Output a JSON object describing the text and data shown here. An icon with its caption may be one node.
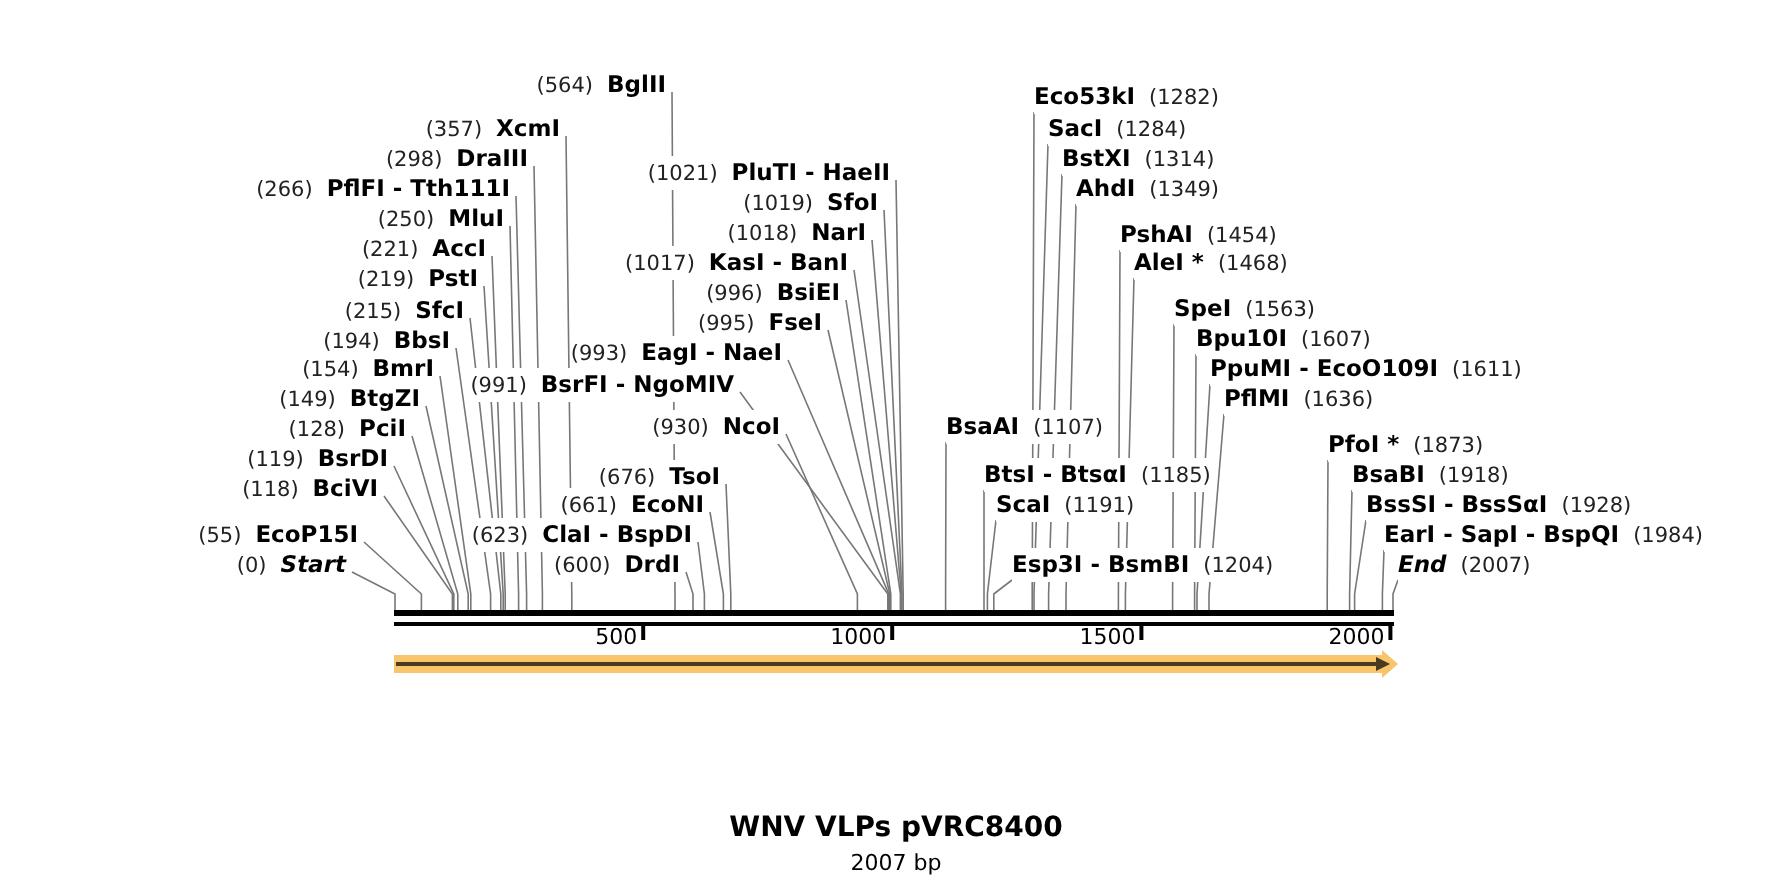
{
  "diagram": {
    "title": "WNV VLPs pVRC8400",
    "caption": "2007 bp",
    "nodes": [
      {
        "text": [
          "(564)",
          "BglII"
        ]
      },
      {
        "text": [
          "(357)",
          "XcmI"
        ]
      },
      {
        "text": [
          "(298)",
          "DraIII"
        ]
      },
      {
        "text": [
          "(266)",
          "PflFI - Tth111I"
        ]
      },
      {
        "text": [
          "(250)",
          "MluI"
        ]
      },
      {
        "text": [
          "(221)",
          "AccI"
        ]
      },
      {
        "text": [
          "(219)",
          "PstI"
        ]
      },
      {
        "text": [
          "(215)",
          "SfcI"
        ]
      },
      {
        "text": [
          "(194)",
          "BbsI"
        ]
      },
      {
        "text": [
          "(154)",
          "BmrI"
        ]
      },
      {
        "text": [
          "(149)",
          "BtgZI"
        ]
      },
      {
        "text": [
          "(128)",
          "PciI"
        ]
      },
      {
        "text": [
          "(119)",
          "BsrDI"
        ]
      },
      {
        "text": [
          "(118)",
          "BciVI"
        ]
      },
      {
        "text": [
          "(55)",
          "EcoP15I"
        ]
      },
      {
        "text": [
          "(0)",
          "Start"
        ]
      },
      {
        "text": [
          "(1021)",
          "PluTI - HaeII"
        ]
      },
      {
        "text": [
          "(1019)",
          "SfoI"
        ]
      },
      {
        "text": [
          "(1018)",
          "NarI"
        ]
      },
      {
        "text": [
          "(1017)",
          "KasI - BanI"
        ]
      },
      {
        "text": [
          "(996)",
          "BsiEI"
        ]
      },
      {
        "text": [
          "(995)",
          "FseI"
        ]
      },
      {
        "text": [
          "(993)",
          "EagI - NaeI"
        ]
      },
      {
        "text": [
          "(991)",
          "BsrFI - NgoMIV"
        ]
      },
      {
        "text": [
          "(930)",
          "NcoI"
        ]
      },
      {
        "text": [
          "(676)",
          "TsoI"
        ]
      },
      {
        "text": [
          "(661)",
          "EcoNI"
        ]
      },
      {
        "text": [
          "(623)",
          "ClaI - BspDI"
        ]
      },
      {
        "text": [
          "(600)",
          "DrdI"
        ]
      },
      {
        "text": [
          "Eco53kI",
          "(1282)"
        ]
      },
      {
        "text": [
          "SacI",
          "(1284)"
        ]
      },
      {
        "text": [
          "BstXI",
          "(1314)"
        ]
      },
      {
        "text": [
          "AhdI",
          "(1349)"
        ]
      },
      {
        "text": [
          "PshAI",
          "(1454)"
        ]
      },
      {
        "text": [
          "AleI *",
          "(1468)"
        ]
      },
      {
        "text": [
          "SpeI",
          "(1563)"
        ]
      },
      {
        "text": [
          "Bpu10I",
          "(1607)"
        ]
      },
      {
        "text": [
          "PpuMI - EcoO109I",
          "(1611)"
        ]
      },
      {
        "text": [
          "PflMI",
          "(1636)"
        ]
      },
      {
        "text": [
          "BsaAI",
          "(1107)"
        ]
      },
      {
        "text": [
          "BtsI - BtsαI",
          "(1185)"
        ]
      },
      {
        "text": [
          "ScaI",
          "(1191)"
        ]
      },
      {
        "text": [
          "Esp3I - BsmBI",
          "(1204)"
        ]
      },
      {
        "text": [
          "PfoI *",
          "(1873)"
        ]
      },
      {
        "text": [
          "BsaBI",
          "(1918)"
        ]
      },
      {
        "text": [
          "BssSI - BssSαI",
          "(1928)"
        ]
      },
      {
        "text": [
          "EarI - SapI - BspQI",
          "(1984)"
        ]
      },
      {
        "text": [
          "End",
          "(2007)"
        ]
      },
      {
        "text": [],
        "shape": "bar"
      }
    ],
    "edges": [
      {
        "from": 0,
        "to": 48,
        "arrow": "none"
      },
      {
        "from": 1,
        "to": 48,
        "arrow": "none"
      },
      {
        "from": 2,
        "to": 48,
        "arrow": "none"
      },
      {
        "from": 3,
        "to": 48,
        "arrow": "none"
      },
      {
        "from": 4,
        "to": 48,
        "arrow": "none"
      },
      {
        "from": 5,
        "to": 48,
        "arrow": "none"
      },
      {
        "from": 6,
        "to": 48,
        "arrow": "none"
      },
      {
        "from": 7,
        "to": 48,
        "arrow": "none"
      },
      {
        "from": 8,
        "to": 48,
        "arrow": "none"
      },
      {
        "from": 9,
        "to": 48,
        "arrow": "none"
      },
      {
        "from": 10,
        "to": 48,
        "arrow": "none"
      },
      {
        "from": 11,
        "to": 48,
        "arrow": "none"
      },
      {
        "from": 12,
        "to": 48,
        "arrow": "none"
      },
      {
        "from": 13,
        "to": 48,
        "arrow": "none"
      },
      {
        "from": 14,
        "to": 48,
        "arrow": "none"
      },
      {
        "from": 15,
        "to": 48,
        "arrow": "none"
      },
      {
        "from": 16,
        "to": 48,
        "arrow": "none"
      },
      {
        "from": 17,
        "to": 48,
        "arrow": "none"
      },
      {
        "from": 18,
        "to": 48,
        "arrow": "none"
      },
      {
        "from": 19,
        "to": 48,
        "arrow": "none"
      },
      {
        "from": 20,
        "to": 48,
        "arrow": "none"
      },
      {
        "from": 21,
        "to": 48,
        "arrow": "none"
      },
      {
        "from": 22,
        "to": 48,
        "arrow": "none"
      },
      {
        "from": 23,
        "to": 48,
        "arrow": "none"
      },
      {
        "from": 24,
        "to": 48,
        "arrow": "none"
      },
      {
        "from": 25,
        "to": 48,
        "arrow": "none"
      },
      {
        "from": 26,
        "to": 48,
        "arrow": "none"
      },
      {
        "from": 27,
        "to": 48,
        "arrow": "none"
      },
      {
        "from": 28,
        "to": 48,
        "arrow": "none"
      },
      {
        "from": 29,
        "to": 48,
        "arrow": "none"
      },
      {
        "from": 30,
        "to": 48,
        "arrow": "none"
      },
      {
        "from": 31,
        "to": 48,
        "arrow": "none"
      },
      {
        "from": 32,
        "to": 48,
        "arrow": "none"
      },
      {
        "from": 33,
        "to": 48,
        "arrow": "none"
      },
      {
        "from": 34,
        "to": 48,
        "arrow": "none"
      },
      {
        "from": 35,
        "to": 48,
        "arrow": "none"
      },
      {
        "from": 36,
        "to": 48,
        "arrow": "none"
      },
      {
        "from": 37,
        "to": 48,
        "arrow": "none"
      },
      {
        "from": 38,
        "to": 48,
        "arrow": "none"
      },
      {
        "from": 39,
        "to": 48,
        "arrow": "none"
      },
      {
        "from": 40,
        "to": 48,
        "arrow": "none"
      },
      {
        "from": 41,
        "to": 48,
        "arrow": "none"
      },
      {
        "from": 42,
        "to": 48,
        "arrow": "none"
      },
      {
        "from": 43,
        "to": 48,
        "arrow": "none"
      },
      {
        "from": 44,
        "to": 48,
        "arrow": "none"
      },
      {
        "from": 45,
        "to": 48,
        "arrow": "none"
      },
      {
        "from": 46,
        "to": 48,
        "arrow": "none"
      },
      {
        "from": 47,
        "to": 48,
        "arrow": "none"
      }
    ],
    "labels": [
      "500",
      "1000",
      "1500",
      "2000"
    ]
  }
}
